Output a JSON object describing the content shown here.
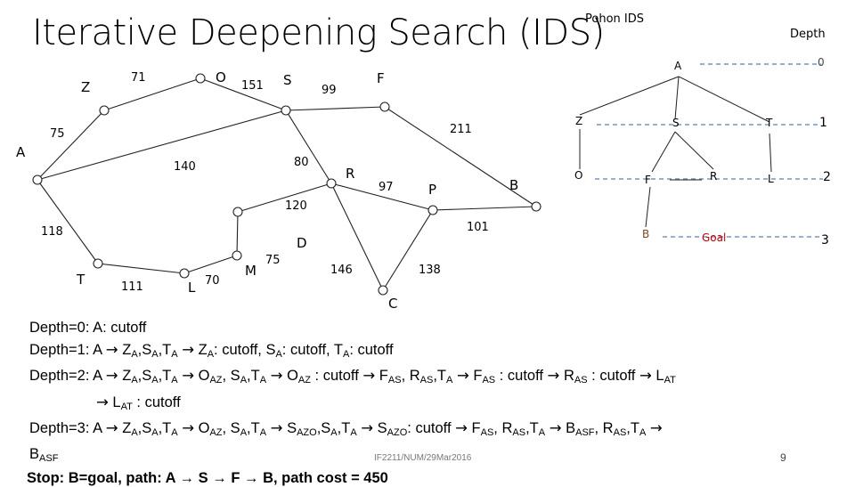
{
  "title": "Iterative Deepening Search (IDS)",
  "map": {
    "cities": {
      "Z": "Z",
      "O": "O",
      "S": "S",
      "F": "F",
      "A": "A",
      "R": "R",
      "P": "P",
      "B": "B",
      "T": "T",
      "L": "L",
      "M": "M",
      "D": "D",
      "C": "C"
    },
    "distances": {
      "ZO": "71",
      "OS": "151",
      "SF": "99",
      "AZ": "75",
      "FB": "211",
      "AS": "140",
      "SR": "80",
      "RP": "97",
      "RC": "146",
      "PC": "138",
      "PB": "101",
      "AT": "118",
      "TL": "111",
      "LM": "70",
      "MD": "75",
      "DC": "120"
    }
  },
  "tree": {
    "title": "Pohon IDS",
    "depth_label": "Depth",
    "nodes": {
      "A": "A",
      "Z": "Z",
      "S": "S",
      "T": "T",
      "O": "O",
      "F": "F",
      "R": "R",
      "L": "L",
      "B": "B",
      "Goal": "Goal"
    },
    "depths": [
      "0",
      "1",
      "2",
      "3"
    ]
  },
  "steps": {
    "d0": "Depth=0: A: cutoff",
    "d1_a": "Depth=1: A",
    "d1_b": "Z",
    "d1_c": "A",
    "d1_d": ",S",
    "d1_e": "A",
    "d1_f": ",T",
    "d1_g": "A",
    "d1_h": " Z",
    "d1_i": "A",
    "d1_j": ": cutoff, S",
    "d1_k": "A",
    "d1_l": ": cutoff, T",
    "d1_m": "A",
    "d1_n": ": cutoff",
    "d2_a": "Depth=2: A",
    "d2_b": "Z",
    "d2_c": "A",
    "d2_d": ",S",
    "d2_e": "A",
    "d2_f": ",T",
    "d2_g": "A",
    "d2_h": " O",
    "d2_i": "AZ",
    "d2_j": ", S",
    "d2_k": "A",
    "d2_l": ",T",
    "d2_m": "A",
    "d2_n": " O",
    "d2_o": "AZ",
    "d2_p": " : cutoff ",
    "d2_q": " F",
    "d2_r": "AS",
    "d2_s": ", R",
    "d2_t": "AS",
    "d2_u": ",T",
    "d2_v": "A",
    "d2_w": " F",
    "d2_x": "AS",
    "d2_y": " : cutoff ",
    "d2_z": " R",
    "d2_aa": "AS",
    "d2_ab": " : cutoff ",
    "d2_ac": " L",
    "d2_ad": "AT",
    "d2_ae": " L",
    "d2_af": "AT",
    "d2_ag": " : cutoff",
    "d3_a": "Depth=3: A",
    "d3_b": "Z",
    "d3_c": "A",
    "d3_d": ",S",
    "d3_e": "A",
    "d3_f": ",T",
    "d3_g": "A",
    "d3_h": " O",
    "d3_i": "AZ",
    "d3_j": ", S",
    "d3_k": "A",
    "d3_l": ",T",
    "d3_m": "A",
    "d3_n": " S",
    "d3_o": "AZO",
    "d3_p": ",S",
    "d3_q": "A",
    "d3_r": ",T",
    "d3_s": "A",
    "d3_t": " S",
    "d3_u": "AZO",
    "d3_v": ": cutoff ",
    "d3_w": " F",
    "d3_x": "AS",
    "d3_y": ", R",
    "d3_z": "AS",
    "d3_aa": ",T",
    "d3_ab": "A",
    "d3_ac": " B",
    "d3_ad": "ASF",
    "d3_ae": ", R",
    "d3_af": "AS",
    "d3_ag": ",T",
    "d3_ah": "A",
    "d3_ai": "B",
    "d3_aj": "ASF"
  },
  "arrow_glyph": "→",
  "footer": "IF2211/NUM/29Mar2016",
  "page_number": "9",
  "clipped_line": "Stop: B=goal, path: A → S → F → B, path cost = 450",
  "colors": {
    "tree_line": "#5b7fb5",
    "node_orange": "#c55a11",
    "goal_red": "#c00000",
    "b_node": "#7a4b2a"
  }
}
